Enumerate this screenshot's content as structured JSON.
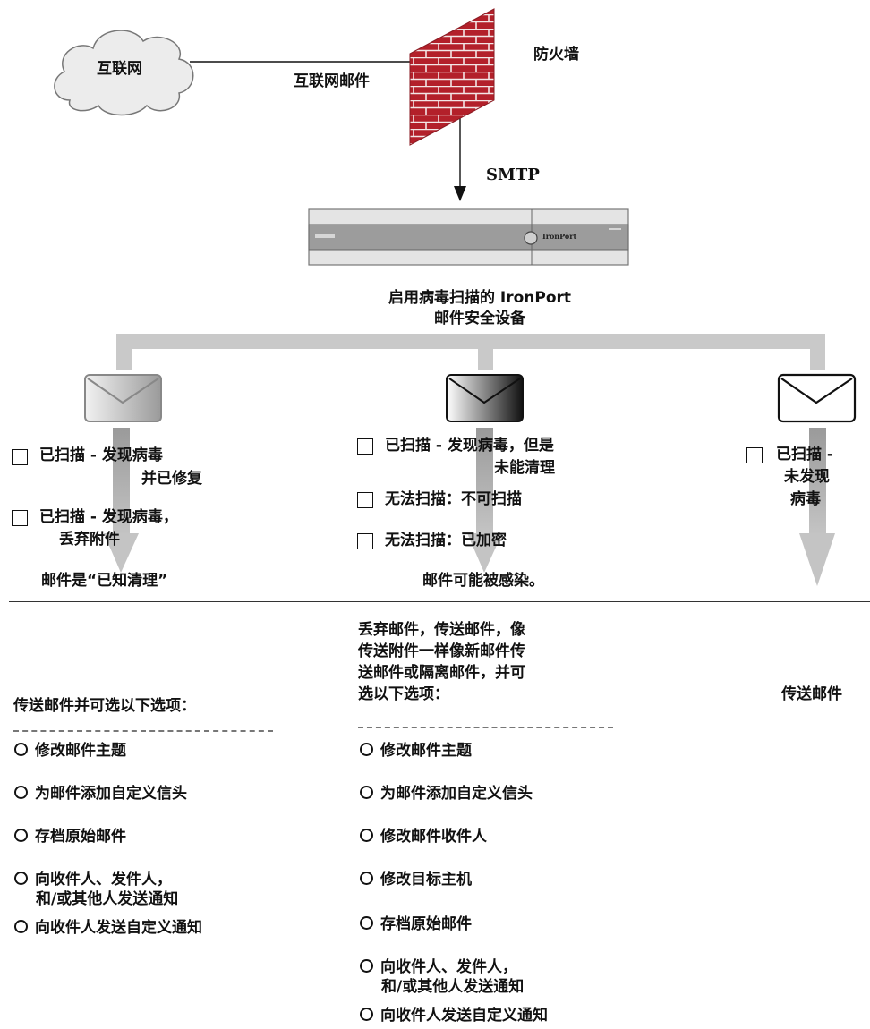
{
  "top": {
    "cloud_label": "互联网",
    "link_label": "互联网邮件",
    "firewall_label": "防火墙",
    "smtp_label": "SMTP",
    "device_brand": "IronPort",
    "device_caption_1": "启用病毒扫描的 IronPort",
    "device_caption_2": "邮件安全设备"
  },
  "columns": [
    {
      "checks": [
        {
          "line1": "已扫描 - 发现病毒",
          "line2": "并已修复"
        },
        {
          "line1": "已扫描 - 发现病毒，",
          "line2": "丢弃附件"
        }
      ],
      "status": "邮件是“已知清理”",
      "action_lines": [
        "传送邮件并可选以下选项："
      ],
      "options": [
        {
          "text": "修改邮件主题"
        },
        {
          "text": "为邮件添加自定义信头"
        },
        {
          "text": "存档原始邮件"
        },
        {
          "text": "向收件人、发件人，",
          "sub": "和/或其他人发送通知"
        },
        {
          "text": "向收件人发送自定义通知"
        }
      ]
    },
    {
      "checks": [
        {
          "line1": "已扫描 - 发现病毒，但是",
          "line2": "未能清理"
        },
        {
          "line1": "无法扫描：不可扫描"
        },
        {
          "line1": "无法扫描：已加密"
        }
      ],
      "status": "邮件可能被感染。",
      "action_lines": [
        "丢弃邮件，传送邮件，像",
        "传送附件一样像新邮件传",
        "送邮件或隔离邮件，并可",
        "选以下选项："
      ],
      "options": [
        {
          "text": "修改邮件主题"
        },
        {
          "text": "为邮件添加自定义信头"
        },
        {
          "text": "修改邮件收件人"
        },
        {
          "text": "修改目标主机"
        },
        {
          "text": "存档原始邮件"
        },
        {
          "text": "向收件人、发件人，",
          "sub": "和/或其他人发送通知"
        },
        {
          "text": "向收件人发送自定义通知"
        }
      ]
    },
    {
      "checks": [
        {
          "line1": "已扫描 -",
          "line2": "未发现",
          "line3": "病毒"
        }
      ],
      "action_lines": [
        "传送邮件"
      ]
    }
  ]
}
